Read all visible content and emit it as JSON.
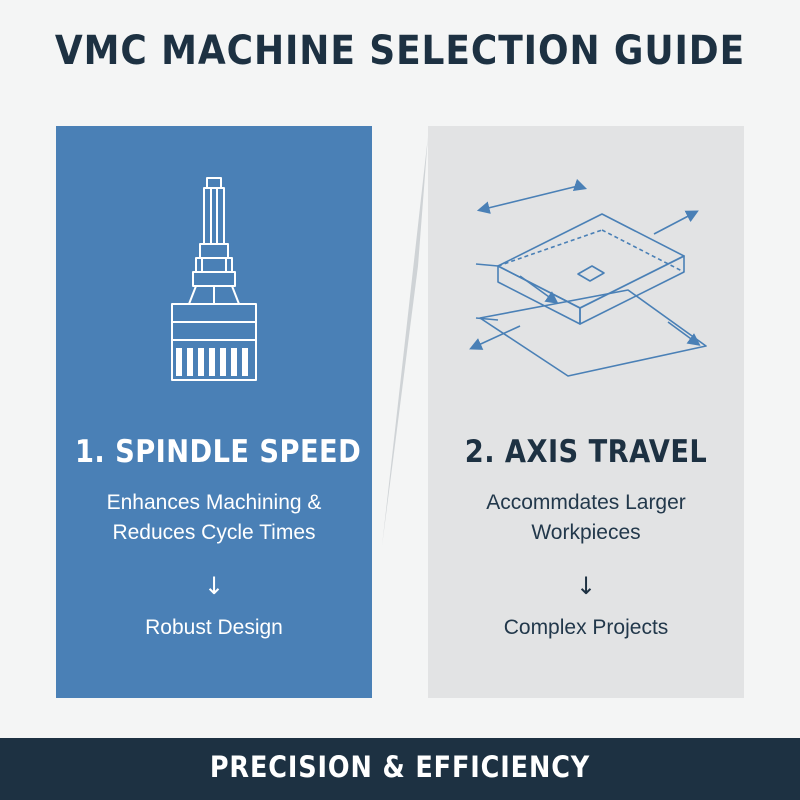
{
  "title": "VMC MACHINE SELECTION GUIDE",
  "panels": [
    {
      "heading": "1. SPINDLE SPEED",
      "description_lines": [
        "Enhances Machining &",
        "Reduces Cycle Times"
      ],
      "arrow": "↓",
      "result": "Robust Design",
      "icon": "spindle-icon"
    },
    {
      "heading": "2. AXIS TRAVEL",
      "description_lines": [
        "Accommdates Larger",
        "Workpieces"
      ],
      "arrow": "↓",
      "result": "Complex Projects",
      "icon": "axis-travel-icon"
    }
  ],
  "footer": "PRECISION & EFFICIENCY",
  "colors": {
    "title": "#1d3142",
    "left_panel": "#4a80b6",
    "right_panel": "#e2e3e4",
    "footer": "#1d3142",
    "line_art_light": "#ffffff",
    "line_art_blue": "#4a80b6"
  }
}
